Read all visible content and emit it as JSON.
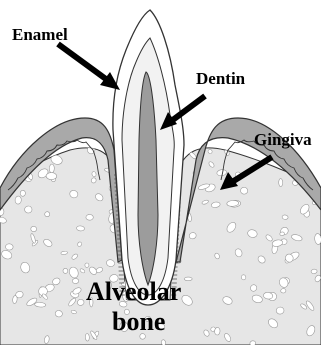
{
  "labels": {
    "enamel": "Enamel",
    "dentin": "Dentin",
    "gingiva": "Gingiva",
    "bone_line1": "Alveolar",
    "bone_line2": "bone"
  },
  "colors": {
    "background": "#ffffff",
    "bone_fill": "#e6e6e6",
    "bone_pore": "#ffffff",
    "gingiva_fill": "#a9a9a9",
    "gingiva_inner": "#d8d8d8",
    "enamel_fill": "#ffffff",
    "dentin_fill": "#f2f2f2",
    "pulp_fill": "#9c9c9c",
    "outline": "#333333",
    "arrow": "#000000"
  }
}
